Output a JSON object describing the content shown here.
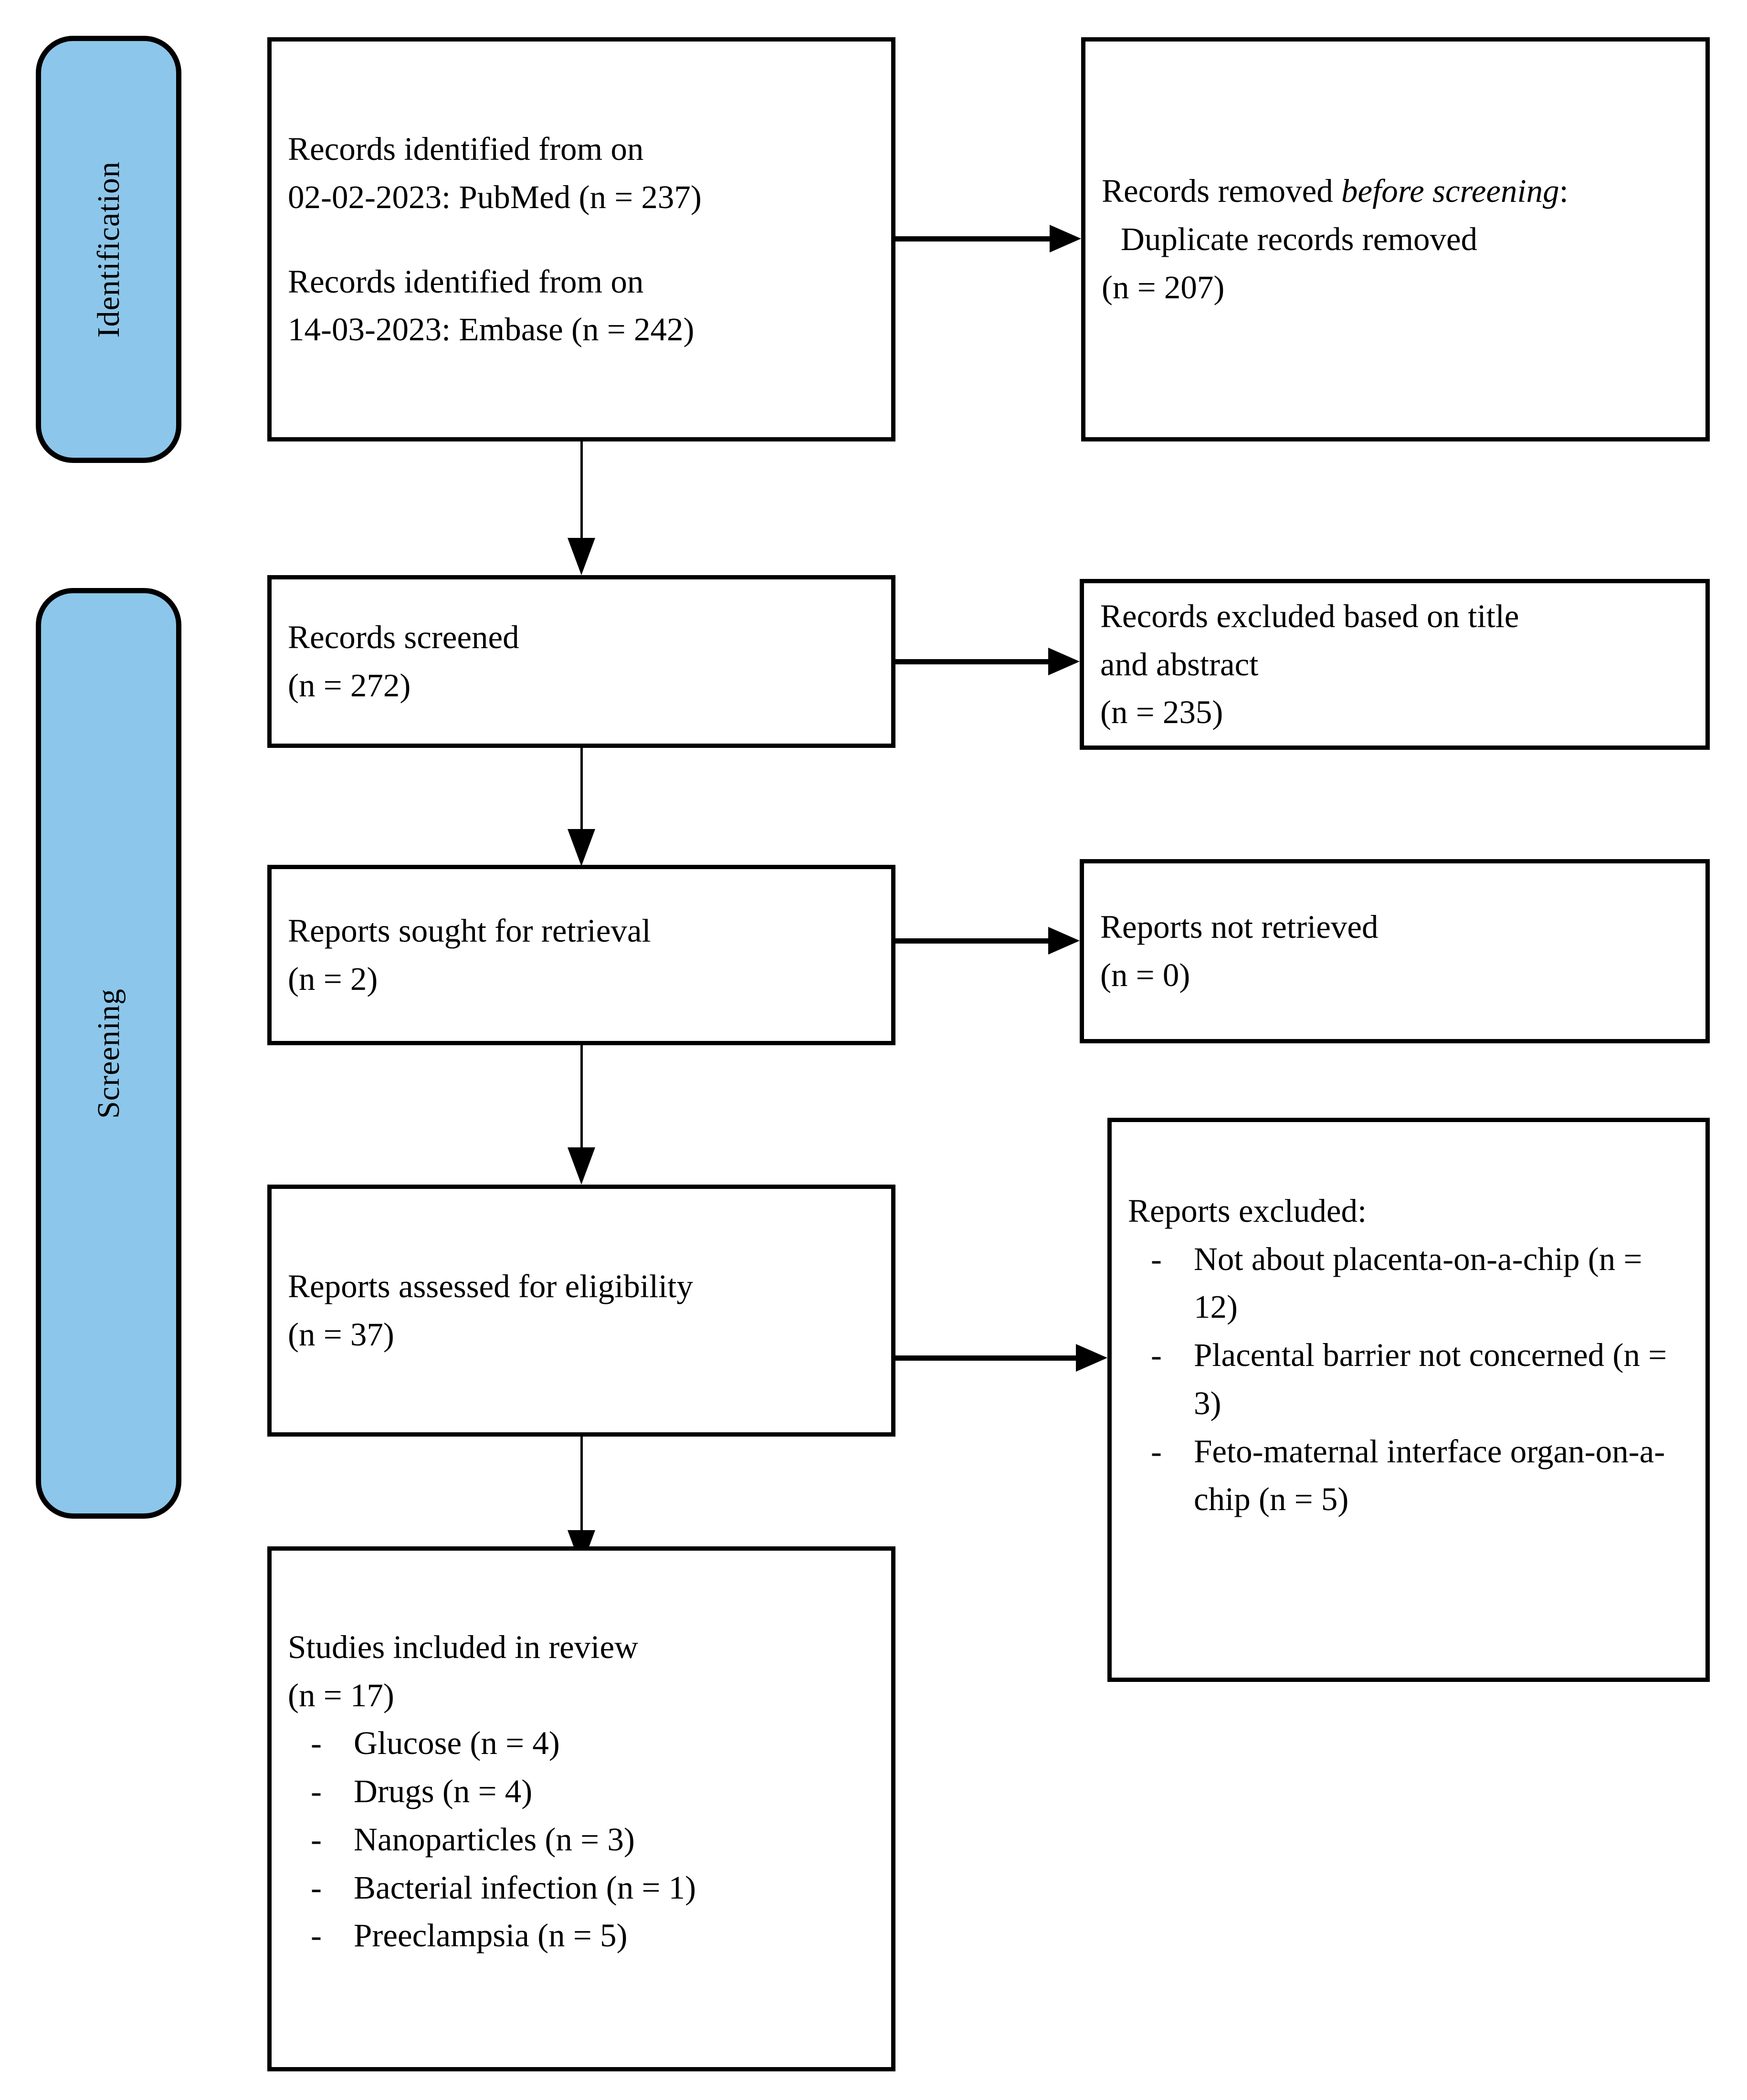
{
  "diagram": {
    "type": "prisma-flow-diagram",
    "accent_color": "#8CC6EA",
    "line_color": "#000000",
    "background_color": "#FFFFFF"
  },
  "stages": [
    {
      "id": "identification",
      "label": "Identification"
    },
    {
      "id": "screening",
      "label": "Screening"
    }
  ],
  "boxes": {
    "records_identified": {
      "line1": "Records identified from on",
      "line2": "02-02-2023: PubMed (n = 237)",
      "line3": "Records identified from on",
      "line4": "14-03-2023: Embase (n = 242)"
    },
    "records_removed": {
      "line1_prefix": "Records removed ",
      "line1_italic": "before screening",
      "line1_suffix": ":",
      "line2": "Duplicate records removed",
      "line3": "(n = 207)"
    },
    "records_screened": {
      "line1": "Records screened",
      "line2": "(n = 272)"
    },
    "records_excluded": {
      "line1": "Records excluded based on title",
      "line2": "and abstract",
      "line3": "(n = 235)"
    },
    "reports_sought": {
      "line1": "Reports sought for retrieval",
      "line2": "(n = 2)"
    },
    "reports_not_retrieved": {
      "line1": "Reports not retrieved",
      "line2": "(n = 0)"
    },
    "reports_assessed": {
      "line1": "Reports assessed for eligibility",
      "line2": "(n = 37)"
    },
    "reports_excluded": {
      "heading": "Reports excluded:",
      "items": [
        "Not about placenta-on-a-chip (n = 12)",
        "Placental barrier not concerned (n = 3)",
        "Feto-maternal interface organ-on-a-chip (n = 5)"
      ]
    },
    "studies_included": {
      "line1": "Studies included in review",
      "line2": "(n = 17)",
      "items": [
        "Glucose (n = 4)",
        "Drugs (n = 4)",
        "Nanoparticles (n = 3)",
        "Bacterial infection (n = 1)",
        "Preeclampsia (n = 5)"
      ]
    }
  },
  "chart_data": {
    "type": "table",
    "title": "PRISMA 2020 flow diagram for systematic review",
    "records": [
      {
        "stage": "Identification",
        "label": "Records identified from PubMed on 02-02-2023",
        "n": 237
      },
      {
        "stage": "Identification",
        "label": "Records identified from Embase on 14-03-2023",
        "n": 242
      },
      {
        "stage": "Identification",
        "label": "Duplicate records removed before screening",
        "n": 207
      },
      {
        "stage": "Screening",
        "label": "Records screened",
        "n": 272
      },
      {
        "stage": "Screening",
        "label": "Records excluded based on title and abstract",
        "n": 235
      },
      {
        "stage": "Screening",
        "label": "Reports sought for retrieval",
        "n": 2
      },
      {
        "stage": "Screening",
        "label": "Reports not retrieved",
        "n": 0
      },
      {
        "stage": "Screening",
        "label": "Reports assessed for eligibility",
        "n": 37
      },
      {
        "stage": "Screening",
        "label": "Reports excluded: Not about placenta-on-a-chip",
        "n": 12
      },
      {
        "stage": "Screening",
        "label": "Reports excluded: Placental barrier not concerned",
        "n": 3
      },
      {
        "stage": "Screening",
        "label": "Reports excluded: Feto-maternal interface organ-on-a-chip",
        "n": 5
      },
      {
        "stage": "Included",
        "label": "Studies included in review",
        "n": 17
      },
      {
        "stage": "Included",
        "label": "Glucose",
        "n": 4
      },
      {
        "stage": "Included",
        "label": "Drugs",
        "n": 4
      },
      {
        "stage": "Included",
        "label": "Nanoparticles",
        "n": 3
      },
      {
        "stage": "Included",
        "label": "Bacterial infection",
        "n": 1
      },
      {
        "stage": "Included",
        "label": "Preeclampsia",
        "n": 5
      }
    ]
  }
}
